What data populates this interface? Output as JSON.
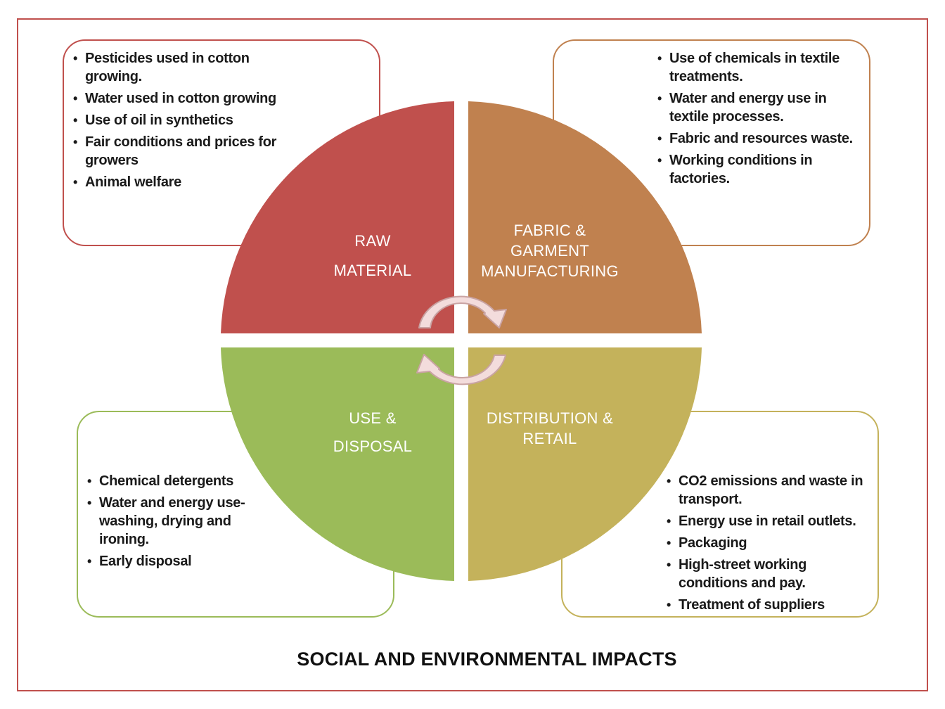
{
  "title": "SOCIAL AND ENVIRONMENTAL IMPACTS",
  "quadrants": {
    "raw": {
      "label": "RAW\nMATERIAL",
      "color": "#c0504d"
    },
    "fabric": {
      "label": "FABRIC &\nGARMENT\nMANUFACTURING",
      "color": "#c0814f"
    },
    "use": {
      "label": "USE &\nDISPOSAL",
      "color": "#9bbb59"
    },
    "distribution": {
      "label": "DISTRIBUTION &\nRETAIL",
      "color": "#c4b25b"
    }
  },
  "impacts": {
    "raw": [
      "Pesticides used in cotton growing.",
      "Water used in cotton growing",
      "Use of oil in synthetics",
      "Fair conditions and prices for growers",
      "Animal welfare"
    ],
    "fabric": [
      "Use of chemicals in textile treatments.",
      "Water and energy use in textile processes.",
      "Fabric and  resources waste.",
      "Working conditions in factories."
    ],
    "use": [
      "Chemical detergents",
      "Water and energy use- washing, drying and ironing.",
      "Early disposal"
    ],
    "distribution": [
      "CO2 emissions and waste in transport.",
      "Energy use in retail outlets.",
      "Packaging",
      "High-street working conditions and pay.",
      "Treatment of suppliers"
    ]
  },
  "colors": {
    "frame": "#c0504d",
    "arrow_fill": "#f3dcdc",
    "arrow_stroke": "#c9a3a3"
  }
}
